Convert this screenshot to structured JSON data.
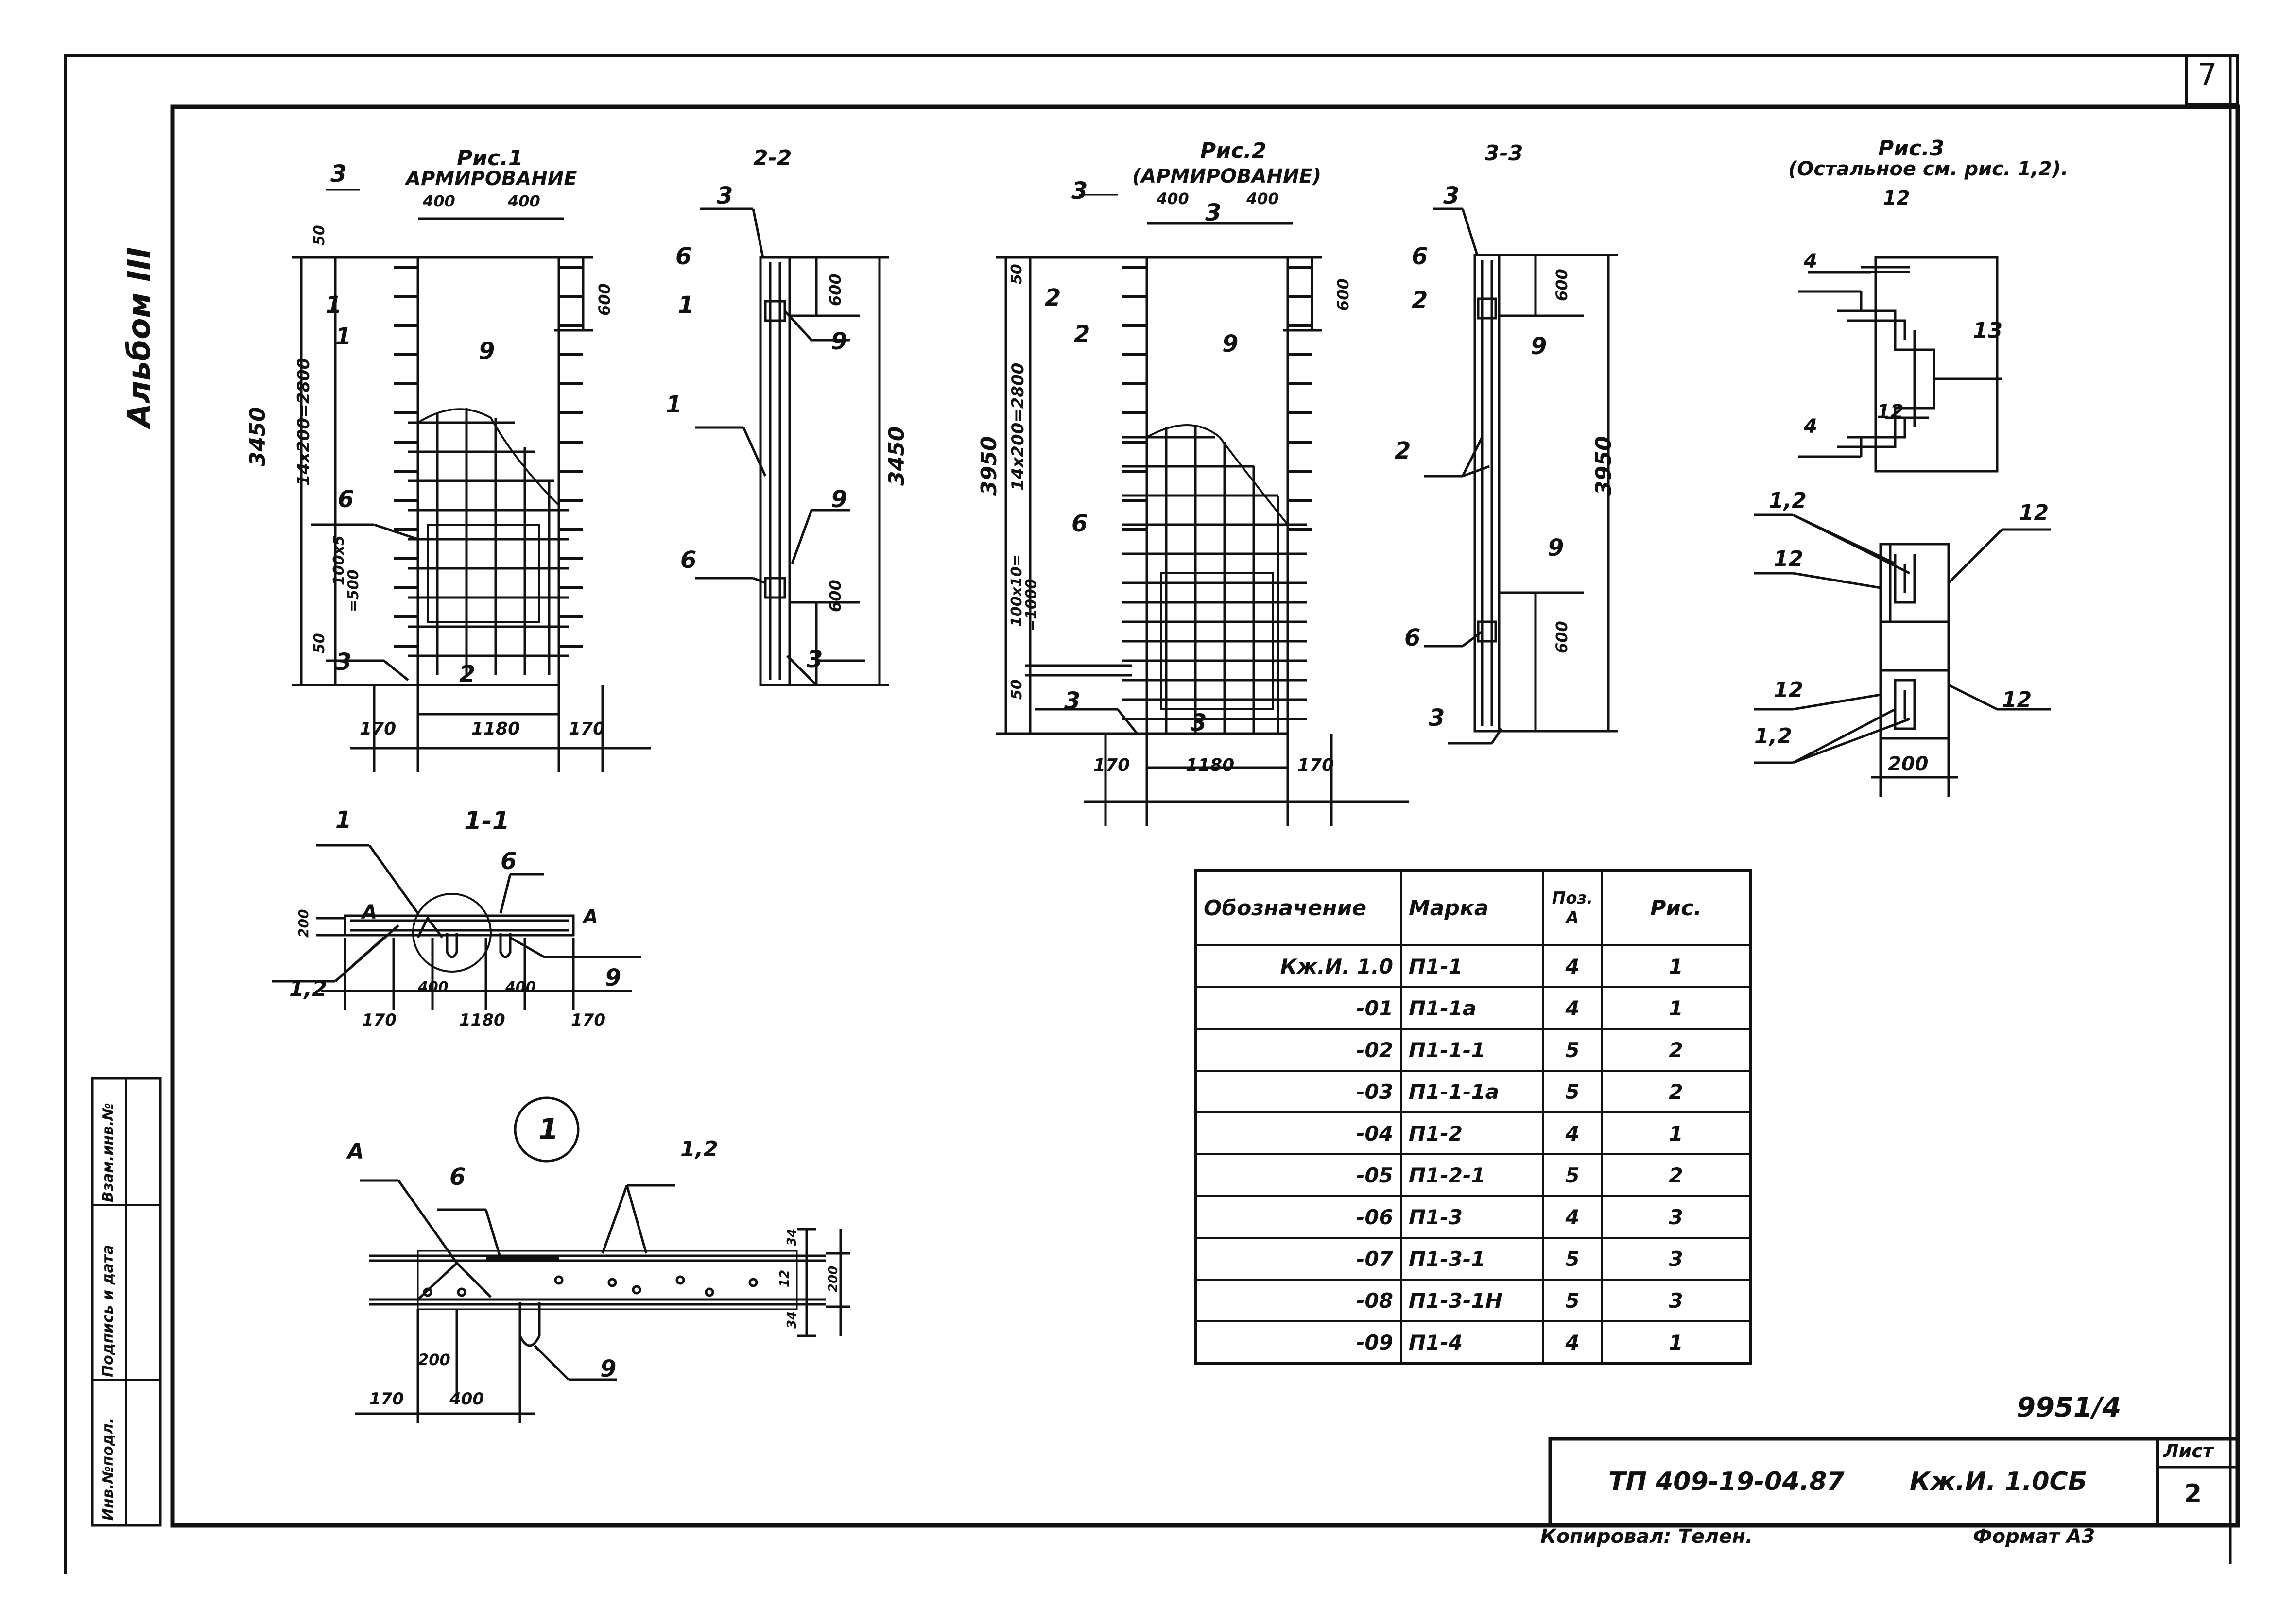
{
  "sheet": {
    "page_number": "7",
    "album": "Альбом III",
    "code": "ТП 409-19-04.87",
    "mark": "Кж.И. 1.0СБ",
    "sheet_label": "Лист",
    "sheet_number": "2",
    "copied_by": "Копировал: Телен.",
    "format": "Формат А3",
    "doc_number": "9951/4"
  },
  "side_stamp": {
    "cells": [
      "Инв.№подл.",
      "Подпись и дата",
      "Взам.инв.№"
    ]
  },
  "figures": {
    "fig1_title": "Рис.1",
    "fig1_subtitle": "АРМИРОВАНИЕ",
    "fig2_title": "Рис.2",
    "fig2_subtitle": "(АРМИРОВАНИЕ)",
    "fig3_title": "Рис.3",
    "fig3_subtitle": "(Остальное см. рис. 1,2).",
    "sec22": "2-2",
    "sec33": "3-3",
    "sec11": "1-1",
    "node_label": "1"
  },
  "dims": {
    "d3450": "3450",
    "d3950": "3950",
    "d14x200": "14х200=2800",
    "d100x5": "100х5",
    "d500": "=500",
    "d100x10": "100х10=",
    "d1000": "=1000",
    "d50": "50",
    "d600": "600",
    "d400": "400",
    "d170": "170",
    "d1180": "1180",
    "d200": "200",
    "d12": "12",
    "d34": "34",
    "d13": "13",
    "d4": "4"
  },
  "callouts": {
    "p1": "1",
    "p2": "2",
    "p3": "3",
    "p4": "4",
    "p6": "6",
    "p9": "9",
    "p12": "12",
    "p13": "13",
    "p12b": "1,2",
    "pA": "А",
    "sec1": "1",
    "sec2": "2",
    "sec3": "3"
  },
  "table": {
    "headers": [
      "Обозначение",
      "Марка",
      "Поз. А",
      "Рис."
    ],
    "rows": [
      [
        "Кж.И. 1.0",
        "П1-1",
        "4",
        "1"
      ],
      [
        "-01",
        "П1-1а",
        "4",
        "1"
      ],
      [
        "-02",
        "П1-1-1",
        "5",
        "2"
      ],
      [
        "-03",
        "П1-1-1а",
        "5",
        "2"
      ],
      [
        "-04",
        "П1-2",
        "4",
        "1"
      ],
      [
        "-05",
        "П1-2-1",
        "5",
        "2"
      ],
      [
        "-06",
        "П1-3",
        "4",
        "3"
      ],
      [
        "-07",
        "П1-3-1",
        "5",
        "3"
      ],
      [
        "-08",
        "П1-3-1Н",
        "5",
        "3"
      ],
      [
        "-09",
        "П1-4",
        "4",
        "1"
      ]
    ]
  }
}
